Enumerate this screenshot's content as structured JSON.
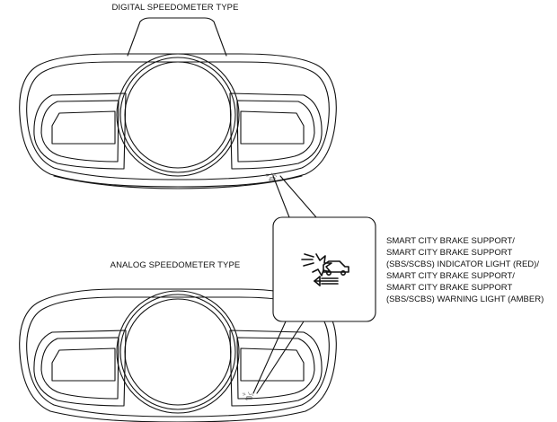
{
  "labels": {
    "digital_title": "DIGITAL SPEEDOMETER TYPE",
    "analog_title": "ANALOG SPEEDOMETER TYPE",
    "callout_lines": [
      "SMART CITY BRAKE SUPPORT/",
      "SMART CITY BRAKE SUPPORT",
      "(SBS/SCBS) INDICATOR LIGHT (RED)/",
      "SMART CITY BRAKE SUPPORT/",
      "SMART CITY BRAKE SUPPORT",
      "(SBS/SCBS) WARNING LIGHT (AMBER)"
    ]
  },
  "icons": {
    "indicator": "sbs-scbs-indicator-icon"
  },
  "colors": {
    "line": "#111111",
    "background": "#ffffff"
  }
}
